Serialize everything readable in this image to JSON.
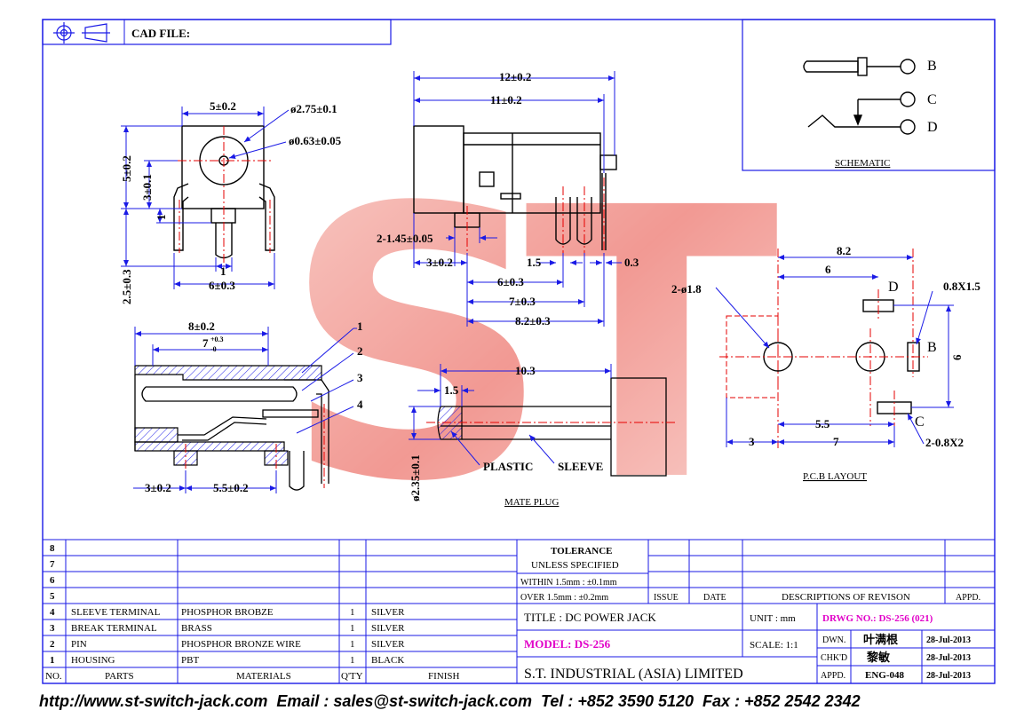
{
  "colors": {
    "line": "#1a1ae6",
    "dim": "#1a1ae6",
    "center": "#e60000",
    "watermark": "#e8473c",
    "magenta": "#e100c8",
    "text": "#000000"
  },
  "header": {
    "cad_label": "CAD FILE:",
    "symbols": [
      "target-icon",
      "cone-projection-icon"
    ]
  },
  "watermark": {
    "text": "ST"
  },
  "front_view": {
    "dims": [
      "5±0.2",
      "ø2.75±0.1",
      "ø0.63±0.05",
      "5±0.2",
      "3±0.1",
      "1",
      "1",
      "6±0.3",
      "2.5±0.3"
    ]
  },
  "side_view": {
    "dims": [
      "12±0.2",
      "11±0.2",
      "2-1.45±0.05",
      "3±0.2",
      "1.5",
      "0.3",
      "6±0.3",
      "7±0.3",
      "8.2±0.3"
    ]
  },
  "section_view": {
    "dims": [
      "8±0.2",
      "7",
      "+0.3",
      "-0",
      "3±0.2",
      "5.5±0.2"
    ],
    "balloons": [
      "1",
      "2",
      "3",
      "4"
    ]
  },
  "mate_plug": {
    "dims": [
      "10.3",
      "1.5",
      "ø2.35±0.1"
    ],
    "labels": [
      "PLASTIC",
      "SLEEVE"
    ],
    "title": "MATE PLUG"
  },
  "schematic": {
    "pins": [
      "B",
      "C",
      "D"
    ],
    "title": "SCHEMATIC"
  },
  "pcb_layout": {
    "dims": [
      "8.2",
      "6",
      "0.8X1.5",
      "2-ø1.8",
      "6",
      "5.5",
      "3",
      "7",
      "2-0.8X2"
    ],
    "pins": [
      "D",
      "B",
      "C"
    ],
    "title": "P.C.B LAYOUT"
  },
  "bom": {
    "row_numbers": [
      "8",
      "7",
      "6",
      "5"
    ],
    "rows": [
      {
        "no": "4",
        "part": "SLEEVE TERMINAL",
        "material": "PHOSPHOR BROBZE",
        "qty": "1",
        "finish": "SILVER"
      },
      {
        "no": "3",
        "part": "BREAK TERMINAL",
        "material": "BRASS",
        "qty": "1",
        "finish": "SILVER"
      },
      {
        "no": "2",
        "part": "PIN",
        "material": "PHOSPHOR BRONZE WIRE",
        "qty": "1",
        "finish": "SILVER"
      },
      {
        "no": "1",
        "part": "HOUSING",
        "material": "PBT",
        "qty": "1",
        "finish": "BLACK"
      }
    ],
    "headers": {
      "no": "NO.",
      "parts": "PARTS",
      "materials": "MATERIALS",
      "qty": "Q'TY",
      "finish": "FINISH"
    }
  },
  "tolerance": {
    "title": "TOLERANCE",
    "subtitle": "UNLESS   SPECIFIED",
    "within": "WITHIN  1.5mm : ±0.1mm",
    "over": "OVER    1.5mm : ±0.2mm"
  },
  "revision": {
    "issue": "ISSUE",
    "date": "DATE",
    "desc": "DESCRIPTIONS  OF  REVISON",
    "appd": "APPD."
  },
  "title_block": {
    "title": "TITLE : DC POWER JACK",
    "model": "MODEL: DS-256",
    "company": "S.T.  INDUSTRIAL  (ASIA)  LIMITED",
    "unit": "UNIT :   mm",
    "scale": "SCALE:  1:1",
    "drwg_no": "DRWG NO.: DS-256 (021)",
    "dwn_label": "DWN.",
    "chkd_label": "CHK'D",
    "appd_label": "APPD.",
    "dwn_name": "叶满根",
    "chkd_name": "黎敏",
    "appd_name": "ENG-048",
    "dwn_date": "28-Jul-2013",
    "chkd_date": "28-Jul-2013",
    "appd_date": "28-Jul-2013"
  },
  "footer": "http://www.st-switch-jack.com  Email : sales@st-switch-jack.com  Tel : +852 3590 5120  Fax : +852 2542 2342"
}
